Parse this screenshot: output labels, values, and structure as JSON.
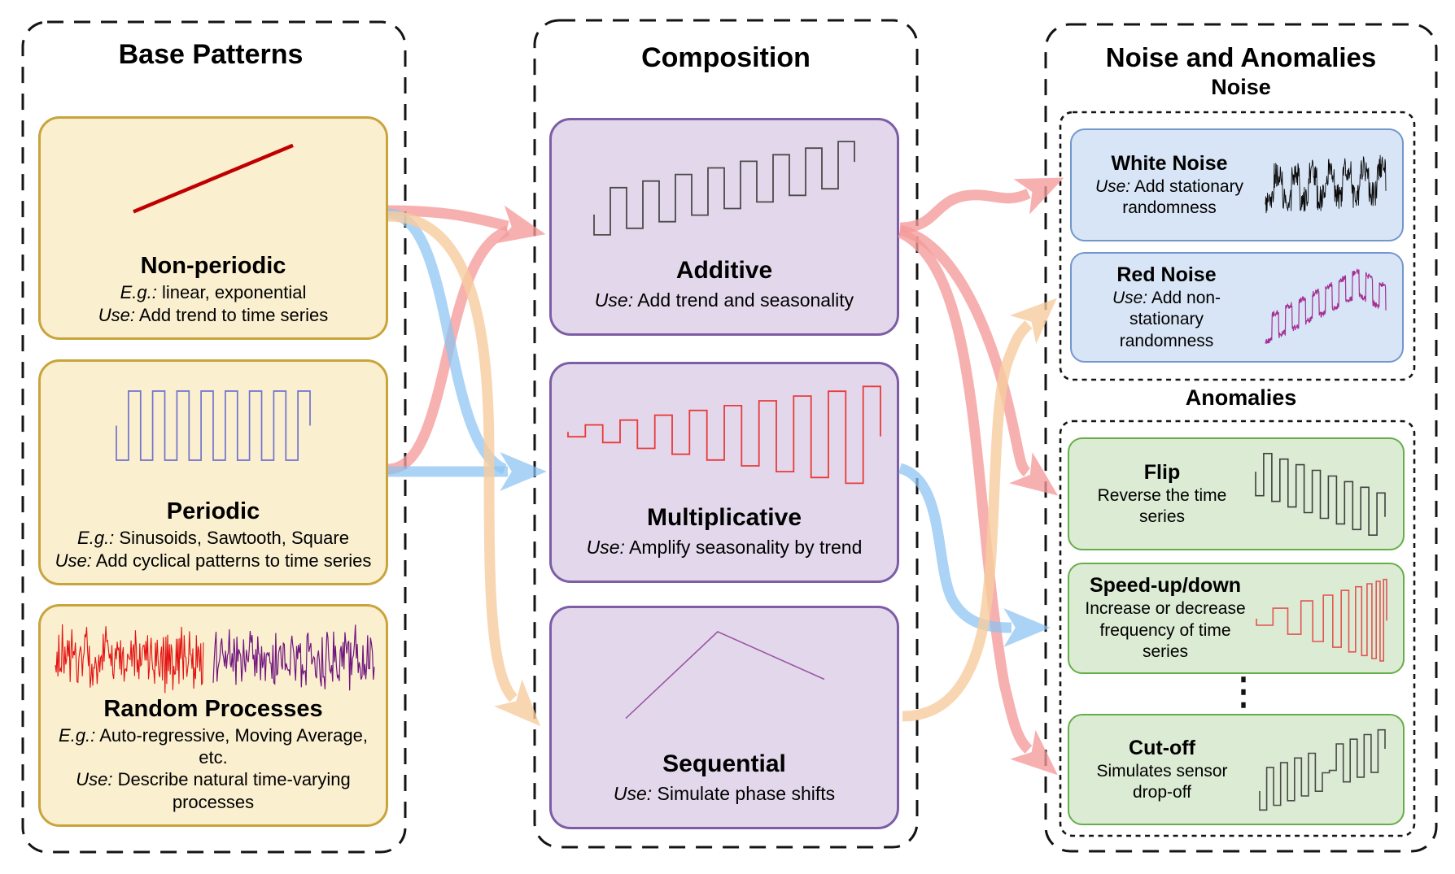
{
  "columns": {
    "base_patterns": {
      "title": "Base Patterns",
      "boxes": [
        {
          "id": "non-periodic",
          "title": "Non-periodic",
          "eg_label": "E.g.:",
          "eg": "linear, exponential",
          "use_label": "Use:",
          "use": "Add trend to time series",
          "icon": "rising-line"
        },
        {
          "id": "periodic",
          "title": "Periodic",
          "eg_label": "E.g.:",
          "eg": "Sinusoids, Sawtooth, Square",
          "use_label": "Use:",
          "use": "Add cyclical patterns to time series",
          "icon": "square-wave"
        },
        {
          "id": "random-processes",
          "title": "Random Processes",
          "eg_label": "E.g.:",
          "eg": "Auto-regressive, Moving Average, etc.",
          "use_label": "Use:",
          "use": "Describe natural time-varying processes",
          "icon": "noise-pair"
        }
      ]
    },
    "composition": {
      "title": "Composition",
      "boxes": [
        {
          "id": "additive",
          "title": "Additive",
          "use_label": "Use:",
          "use": "Add trend and seasonality",
          "icon": "square-rising"
        },
        {
          "id": "multiplicative",
          "title": "Multiplicative",
          "use_label": "Use:",
          "use": "Amplify seasonality by trend",
          "icon": "square-growing"
        },
        {
          "id": "sequential",
          "title": "Sequential",
          "use_label": "Use:",
          "use": "Simulate phase shifts",
          "icon": "peak-line"
        }
      ]
    },
    "noise_anomalies": {
      "title": "Noise and Anomalies",
      "noise_group": {
        "title": "Noise",
        "boxes": [
          {
            "id": "white-noise",
            "title": "White Noise",
            "use_label": "Use:",
            "use": "Add stationary randomness",
            "icon": "white-noise-wave"
          },
          {
            "id": "red-noise",
            "title": "Red Noise",
            "use_label": "Use:",
            "use": "Add non-stationary randomness",
            "icon": "red-noise-wave"
          }
        ]
      },
      "anomalies_group": {
        "title": "Anomalies",
        "ellipsis": "⋮",
        "boxes": [
          {
            "id": "flip",
            "title": "Flip",
            "desc": "Reverse the time series",
            "icon": "square-falling"
          },
          {
            "id": "speed-up-down",
            "title": "Speed-up/down",
            "desc": "Increase or decrease frequency of time series",
            "icon": "square-speedup"
          },
          {
            "id": "cut-off",
            "title": "Cut-off",
            "desc": "Simulates sensor drop-off",
            "icon": "square-cutoff"
          }
        ]
      }
    }
  },
  "colors": {
    "arrow_pink": "#F59B9B",
    "arrow_blue": "#8CC3F2",
    "arrow_orange": "#F7CD9F",
    "yellow_fill": "#FAEFCF",
    "yellow_border": "#C9A43D",
    "purple_fill": "#E3D8EB",
    "purple_border": "#7C5DA6",
    "blue_fill": "#D8E5F6",
    "blue_border": "#7297CB",
    "green_fill": "#DCEBD3",
    "green_border": "#66AE4A"
  },
  "arrows": [
    {
      "from": "non-periodic",
      "to": "additive",
      "color": "pink"
    },
    {
      "from": "periodic",
      "to": "additive",
      "color": "pink"
    },
    {
      "from": "periodic",
      "to": "multiplicative",
      "color": "blue"
    },
    {
      "from": "non-periodic",
      "to": "multiplicative",
      "color": "blue"
    },
    {
      "from": "non-periodic",
      "to": "sequential",
      "color": "orange"
    },
    {
      "from": "additive",
      "to": "white-noise",
      "color": "pink"
    },
    {
      "from": "additive",
      "to": "flip",
      "color": "pink"
    },
    {
      "from": "additive",
      "to": "cut-off",
      "color": "pink"
    },
    {
      "from": "multiplicative",
      "to": "speed-up-down",
      "color": "blue"
    },
    {
      "from": "sequential",
      "to": "red-noise",
      "color": "orange"
    }
  ]
}
